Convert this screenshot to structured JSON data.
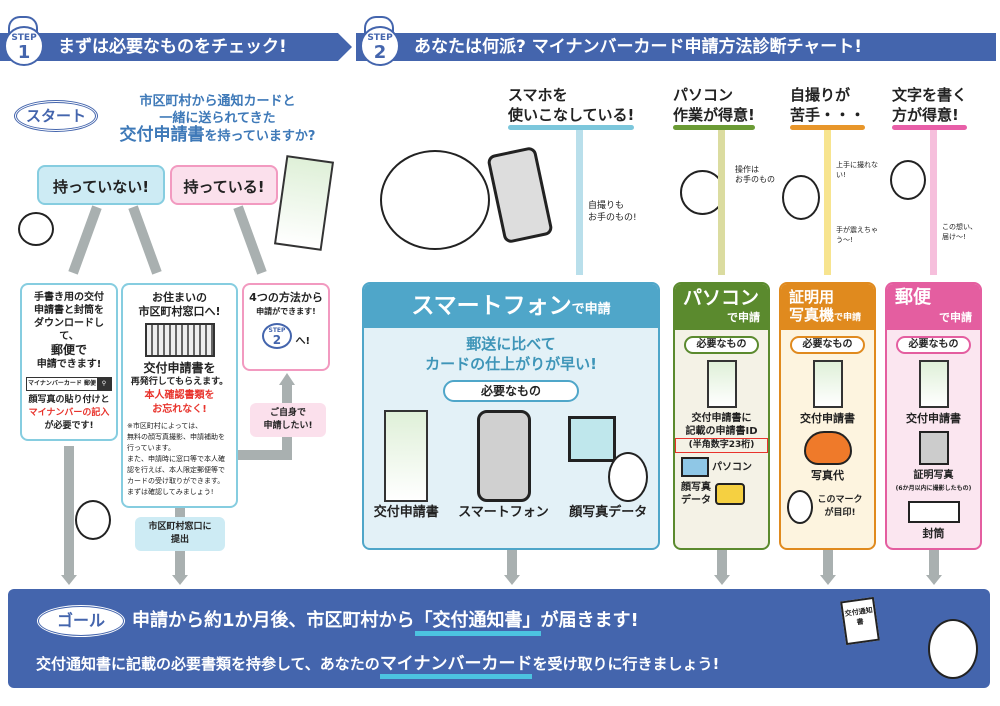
{
  "step1": {
    "badge_top": "STEP",
    "badge_num": "1",
    "title": "まずは必要なものをチェック!"
  },
  "step2": {
    "badge_top": "STEP",
    "badge_num": "2",
    "title": "あなたは何派? マイナンバーカード申請方法診断チャート!"
  },
  "start": {
    "label": "スタート",
    "question_line1": "市区町村から通知カードと",
    "question_line2": "一緒に送られてきた",
    "question_bold": "交付申請書",
    "question_rest": "を持っていますか?"
  },
  "choices": {
    "no": "持っていない!",
    "yes": "持っている!"
  },
  "mail_box": {
    "line1": "手書き用の交付",
    "line2": "申請書と封筒を",
    "line3": "ダウンロードして、",
    "line4": "郵便で",
    "line5": "申請できます!",
    "search_text": "マイナンバーカード 郵便",
    "note1": "顔写真の貼り付けと",
    "note_red": "マイナンバーの記入",
    "note2": "が必要です!"
  },
  "office_box": {
    "line1": "お住まいの",
    "line2": "市区町村窓口へ!",
    "reissue1": "交付申請書を",
    "reissue2": "再発行してもらえます。",
    "red1": "本人確認書類を",
    "red2": "お忘れなく!",
    "small": [
      "※市区町村によっては、",
      "無料の顔写真撮影、申請補助を",
      "行っています。",
      "また、申請時に窓口等で本人確",
      "認を行えば、本人限定郵便等で",
      "カードの受け取りができます。",
      "まずは確認してみましょう!"
    ]
  },
  "methods_box": {
    "line1": "4つの方法から",
    "line2": "申請ができます!",
    "step_top": "STEP",
    "step_num": "2",
    "suffix": "へ!"
  },
  "self_tag": {
    "line1": "ご自身で",
    "line2": "申請したい!"
  },
  "office_tag": {
    "line1": "市区町村窓口に",
    "line2": "提出"
  },
  "types": [
    {
      "line1": "スマホを",
      "line2": "使いこなしている!",
      "bubble1": "自撮りも",
      "bubble2": "お手のもの!"
    },
    {
      "line1": "パソコン",
      "line2": "作業が得意!",
      "bubble1": "操作は",
      "bubble2": "お手のもの"
    },
    {
      "line1": "自撮りが",
      "line2": "苦手・・・",
      "bubble1": "上手に撮れない!",
      "bubble2": "手が震えちゃう〜!"
    },
    {
      "line1": "文字を書く",
      "line2": "方が得意!",
      "bubble1": "この想い、",
      "bubble2": "届け〜!"
    }
  ],
  "smartphone": {
    "title": "スマートフォン",
    "suffix": "で申請",
    "benefit1": "郵送に比べて",
    "benefit2": "カードの仕上がりが早い!",
    "need": "必要なもの",
    "items": [
      "交付申請書",
      "スマートフォン",
      "顔写真データ"
    ]
  },
  "pc": {
    "title": "パソコン",
    "suffix": "で申請",
    "need": "必要なもの",
    "items": [
      "交付申請書に",
      "記載の申請書ID",
      "(半角数字23桁)",
      "パソコン",
      "顔写真",
      "データ"
    ]
  },
  "booth": {
    "title1": "証明用",
    "title2": "写真機",
    "suffix": "で申請",
    "need": "必要なもの",
    "items": [
      "交付申請書",
      "写真代",
      "このマークが目印!"
    ]
  },
  "post": {
    "title": "郵便",
    "suffix": "で申請",
    "need": "必要なもの",
    "items": [
      "交付申請書",
      "証明写真",
      "(6か月以内に撮影したもの)",
      "封筒"
    ]
  },
  "goal": {
    "label": "ゴール",
    "line1a": "申請から約1か月後、市区町村から",
    "line1b": "「交付通知書」",
    "line1c": "が届きます!",
    "line2a": "交付通知書に記載の必要書類を持参して、あなたの",
    "line2b": "マイナンバーカード",
    "line2c": "を受け取りに行きましょう!",
    "doc_label": "交付通知書"
  },
  "colors": {
    "blue": "#4465ad",
    "sky": "#4fa6c9",
    "green": "#5b8a2e",
    "orange": "#e08a1e",
    "pink": "#e45ea0",
    "red": "#e8332c"
  }
}
